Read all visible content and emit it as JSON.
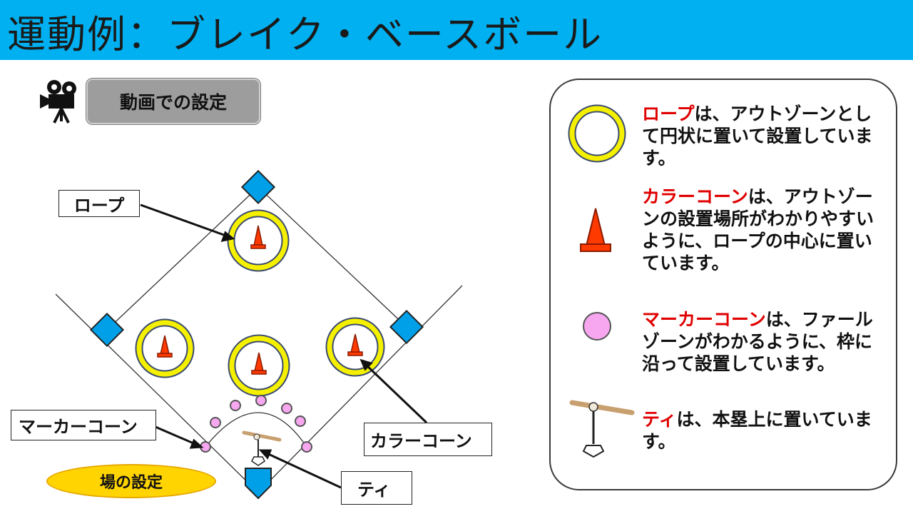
{
  "header": {
    "title": "運動例：ブレイク・ベースボール",
    "color": "#00b0f0"
  },
  "video_button": {
    "label": "動画での設定"
  },
  "callouts": {
    "rope": "ロープ",
    "marker_cone": "マーカーコーン",
    "color_cone": "カラーコーン",
    "tee": "ティ"
  },
  "field_label": "場の設定",
  "legend": {
    "rope": {
      "name": "ロープ",
      "text": "は、アウトゾーンとして円状に置いて設置しています。"
    },
    "color_cone": {
      "name": "カラーコーン",
      "text": "は、アウトゾーンの設置場所がわかりやすいように、ロープの中心に置いています。"
    },
    "marker_cone": {
      "name": "マーカーコーン",
      "text": "は、ファールゾーンがわかるように、枠に沿って設置しています。"
    },
    "tee": {
      "name": "ティ",
      "text": "は、本塁上に置いています。"
    }
  },
  "colors": {
    "base": "#00a0e9",
    "rope": "#f5f000",
    "cone": "#ff3a00",
    "marker": "#f7a6f0"
  }
}
